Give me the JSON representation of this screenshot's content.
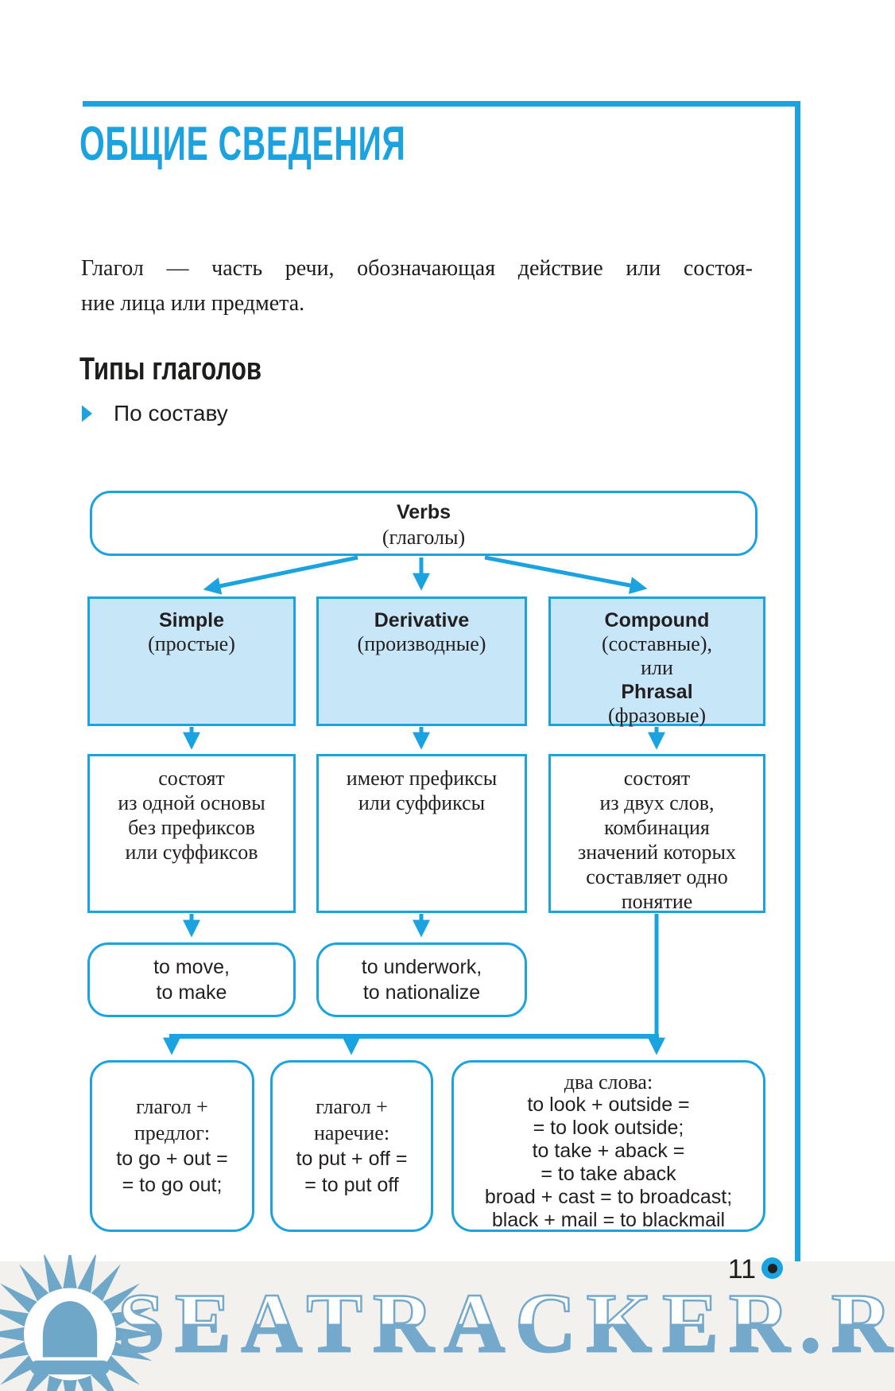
{
  "page": {
    "number": "11"
  },
  "colors": {
    "accent": "#1aa3e0",
    "box_fill": "#c7e7f8",
    "text": "#231f20",
    "watermark": "#6fa7c9"
  },
  "header": {
    "title": "ОБЩИЕ СВЕДЕНИЯ"
  },
  "intro": {
    "line1": "Глагол — часть речи, обозначающая действие или состоя-",
    "line2": "ние лица или предмета."
  },
  "section": {
    "title": "Типы глаголов",
    "bullet_label": "По составу"
  },
  "flowchart": {
    "root": {
      "en": "Verbs",
      "ru": "(глаголы)"
    },
    "types": [
      {
        "en": "Simple",
        "ru": "(простые)"
      },
      {
        "en": "Derivative",
        "ru": "(производные)"
      },
      {
        "en": "Compound",
        "ru": "(составные),",
        "conj": "или",
        "en2": "Phrasal",
        "ru2": "(фразовые)"
      }
    ],
    "descriptions": [
      {
        "lines": [
          "состоят",
          "из одной основы",
          "без префиксов",
          "или суффиксов"
        ]
      },
      {
        "lines": [
          "имеют префиксы",
          "или суффиксы"
        ]
      },
      {
        "lines": [
          "состоят",
          "из двух слов,",
          "комбинация",
          "значений которых",
          "составляет одно",
          "понятие"
        ]
      }
    ],
    "examples": [
      {
        "lines": [
          "to move,",
          "to make"
        ]
      },
      {
        "lines": [
          "to underwork,",
          "to nationalize"
        ]
      }
    ],
    "phrasal": [
      {
        "ru_lines": [
          "глагол +",
          "предлог:"
        ],
        "en_lines": [
          "to go + out =",
          "= to go out;"
        ]
      },
      {
        "ru_lines": [
          "глагол +",
          "наречие:"
        ],
        "en_lines": [
          "to put + off =",
          "= to put off"
        ]
      },
      {
        "ru_title": "два слова:",
        "en_lines": [
          "to look + outside =",
          "= to look outside;",
          "to take + aback =",
          "= to take aback",
          "broad + cast = to broadcast;",
          "black + mail = to blackmail"
        ]
      }
    ]
  },
  "watermark": {
    "text": "SEATRACKER.RU"
  }
}
